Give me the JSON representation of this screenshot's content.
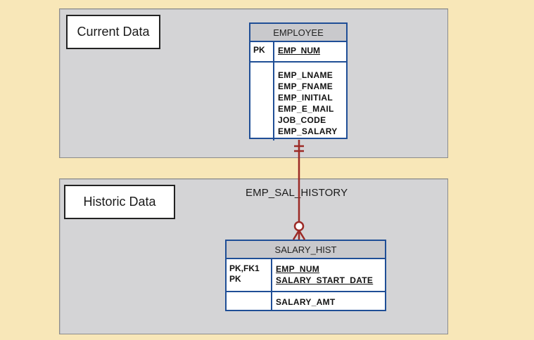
{
  "panels": {
    "current_label": "Current Data",
    "historic_label": "Historic Data"
  },
  "relationship": {
    "name": "EMP_SAL_HISTORY",
    "parent_cardinality": "one-and-only-one",
    "child_cardinality": "zero-or-many",
    "line_color": "#9c2a26"
  },
  "entities": {
    "employee": {
      "name": "EMPLOYEE",
      "pk_label": "PK",
      "pk_attr": "EMP_NUM",
      "attrs": [
        "EMP_LNAME",
        "EMP_FNAME",
        "EMP_INITIAL",
        "EMP_E_MAIL",
        "JOB_CODE",
        "EMP_SALARY"
      ]
    },
    "salary_hist": {
      "name": "SALARY_HIST",
      "key_labels": "PK,FK1\nPK",
      "pk_attrs": [
        "EMP_NUM",
        "SALARY_START_DATE"
      ],
      "attrs": [
        "SALARY_AMT"
      ]
    }
  },
  "colors": {
    "background": "#f8e7b8",
    "panel": "#d4d4d6",
    "entity_border": "#1f4e96",
    "entity_header": "#c9c9cc"
  }
}
